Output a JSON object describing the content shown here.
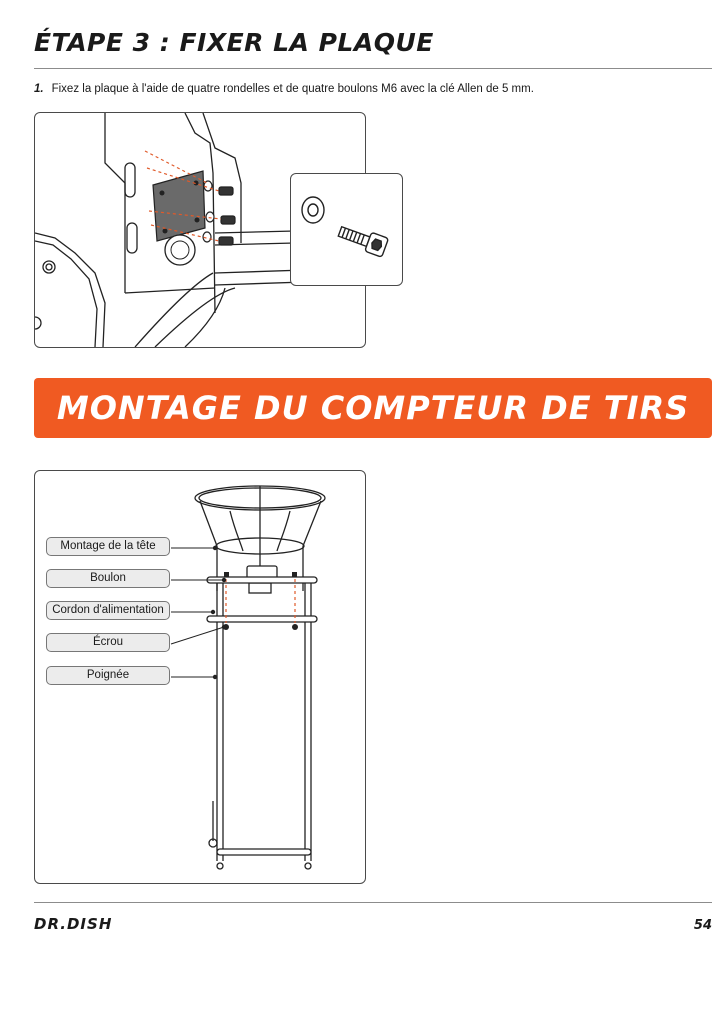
{
  "header": {
    "title": "ÉTAPE 3 : FIXER LA PLAQUE"
  },
  "instruction": {
    "number": "1.",
    "text": "Fixez la plaque à l'aide de quatre rondelles et de quatre boulons M6 avec la clé Allen de 5 mm."
  },
  "banner": {
    "text": "MONTAGE DU COMPTEUR DE TIRS",
    "color": "#f05a22"
  },
  "callouts": [
    "Montage de la tête",
    "Boulon",
    "Cordon d'alimentation",
    "Écrou",
    "Poignée"
  ],
  "footer": {
    "logo": "DR.DISH",
    "page": "54"
  }
}
